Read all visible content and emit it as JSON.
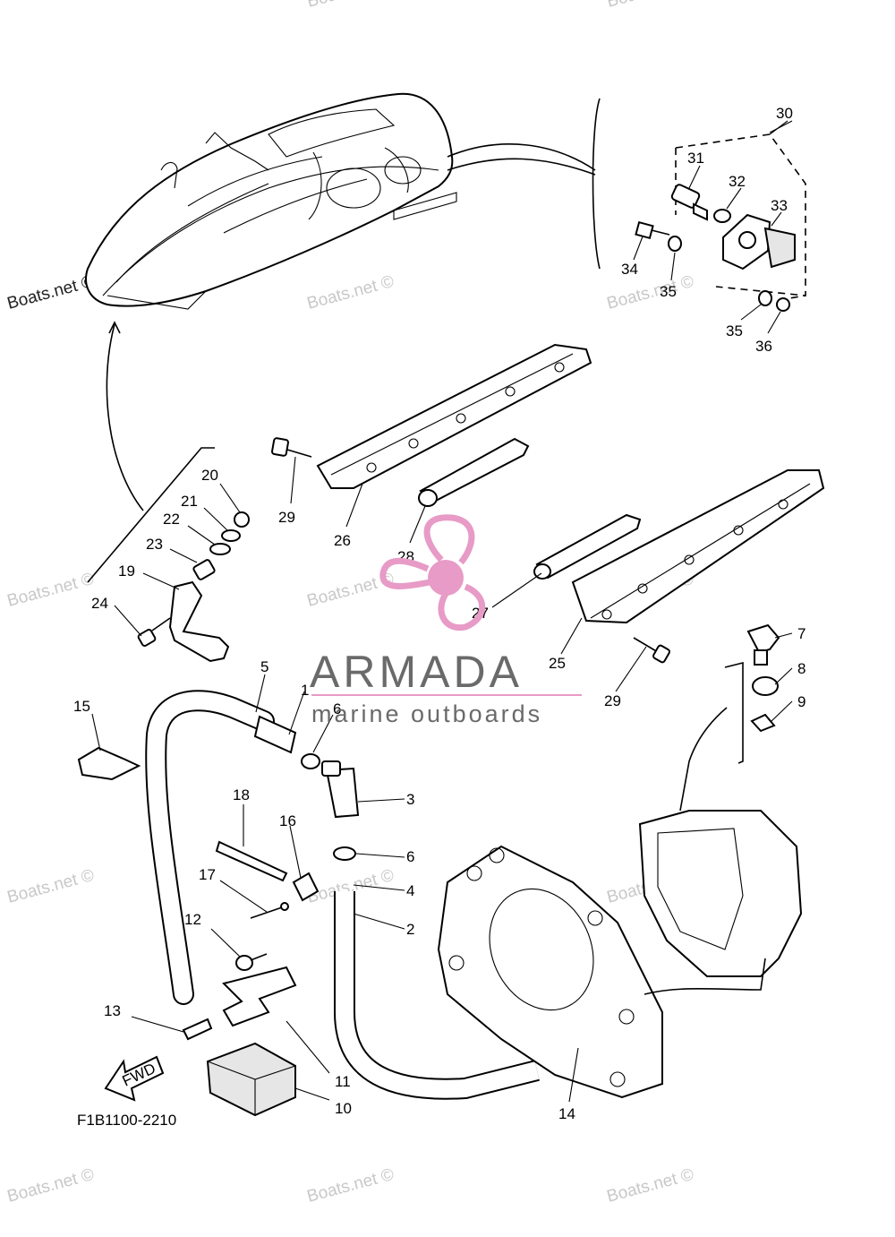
{
  "watermark": "Boats.net ©",
  "logo": {
    "name": "ARMADA",
    "tagline": "marine outboards",
    "accent_color": "#e79bc6",
    "text_color": "#6a6a6a"
  },
  "diagram_code": "F1B1100-2210",
  "fwd_label": "FWD",
  "callouts": {
    "c1": "1",
    "c2": "2",
    "c3": "3",
    "c4": "4",
    "c5": "5",
    "c6a": "6",
    "c6b": "6",
    "c7": "7",
    "c8": "8",
    "c9": "9",
    "c10": "10",
    "c11": "11",
    "c12": "12",
    "c13": "13",
    "c14": "14",
    "c15": "15",
    "c16": "16",
    "c17": "17",
    "c18": "18",
    "c19": "19",
    "c20": "20",
    "c21": "21",
    "c22": "22",
    "c23": "23",
    "c24": "24",
    "c25": "25",
    "c26": "26",
    "c27": "27",
    "c28": "28",
    "c29a": "29",
    "c29b": "29",
    "c30": "30",
    "c31": "31",
    "c32": "32",
    "c33": "33",
    "c34": "34",
    "c35a": "35",
    "c35b": "35",
    "c36": "36"
  }
}
